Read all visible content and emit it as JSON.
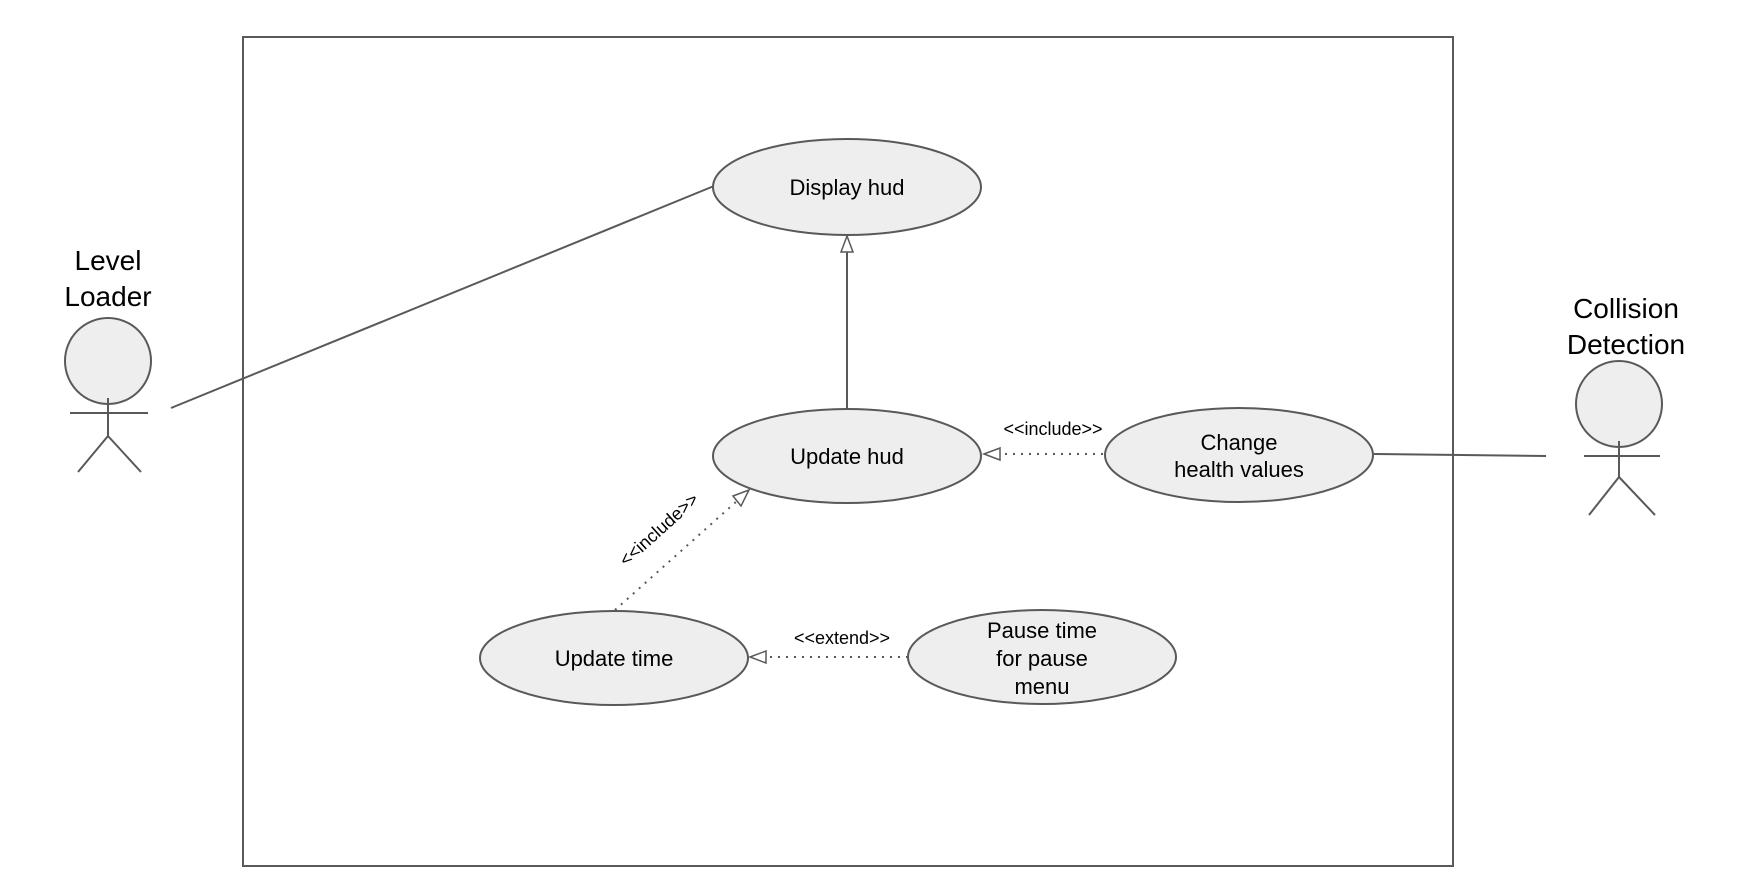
{
  "actors": {
    "level_loader": {
      "lines": [
        "Level",
        "Loader"
      ]
    },
    "collision_detection": {
      "lines": [
        "Collision",
        "Detection"
      ]
    }
  },
  "use_cases": {
    "display_hud": {
      "lines": [
        "Display hud"
      ]
    },
    "update_hud": {
      "lines": [
        "Update hud"
      ]
    },
    "change_health": {
      "lines": [
        "Change",
        "health values"
      ]
    },
    "update_time": {
      "lines": [
        "Update time"
      ]
    },
    "pause_time": {
      "lines": [
        "Pause time",
        "for pause",
        "menu"
      ]
    }
  },
  "relationships": {
    "include_health": "<<include>>",
    "include_time": "<<include>>",
    "extend_pause": "<<extend>>"
  },
  "colors": {
    "use_case_fill": "#eeeeee",
    "stroke": "#595959"
  }
}
